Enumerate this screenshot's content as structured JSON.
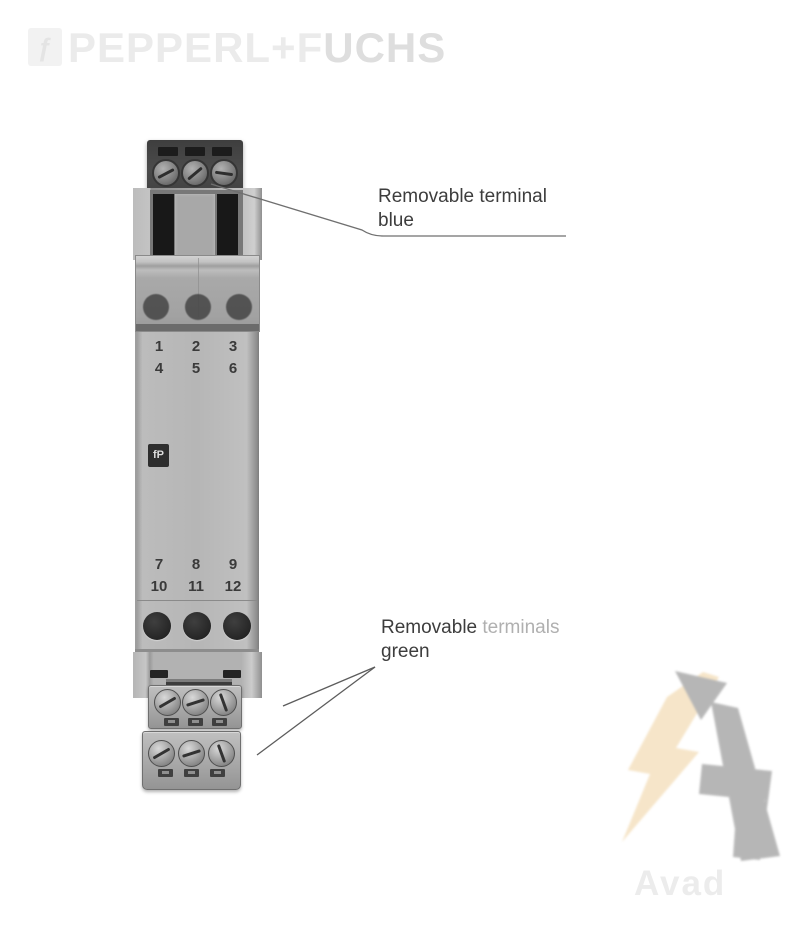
{
  "brand": {
    "icon_glyph": "ƒ",
    "name_part1": "PEPPERL+F",
    "name_part2": "UCHS"
  },
  "device": {
    "pf_logo_glyph": "fP",
    "numbers_rows": [
      [
        "1",
        "2",
        "3"
      ],
      [
        "4",
        "5",
        "6"
      ],
      [
        "7",
        "8",
        "9"
      ],
      [
        "10",
        "11",
        "12"
      ]
    ]
  },
  "annotations": {
    "top": {
      "line1": "Removable terminal",
      "line2": "blue"
    },
    "bottom": {
      "line1_dark": "Removable",
      "line1_faded": " terminals",
      "line2": "green"
    }
  },
  "watermark": {
    "text": "Avad"
  },
  "colors": {
    "page_bg": "#ffffff",
    "brand_text": "#ebebeb",
    "brand_text_dark": "#dedede",
    "terminal_block_dark": "#4b4b4b",
    "housing_gray": "#c3c3c3",
    "recess_gray": "#787878",
    "slot_black": "#1c1c1c",
    "cover_gray": "#a9a9a9",
    "body_gray": "#b6b6b6",
    "number_text": "#3a3a3a",
    "annotation_text": "#3d3d3d",
    "annotation_faded": "#b0b0b0",
    "leader_line": "#5c5c5c",
    "green_block_gray": "#a8a8a8",
    "pf_logo_bg": "#2e2e2e",
    "watermark_tan": "#f4dfbc",
    "watermark_gray": "#a5a5a5",
    "watermark_text": "#ececec"
  }
}
